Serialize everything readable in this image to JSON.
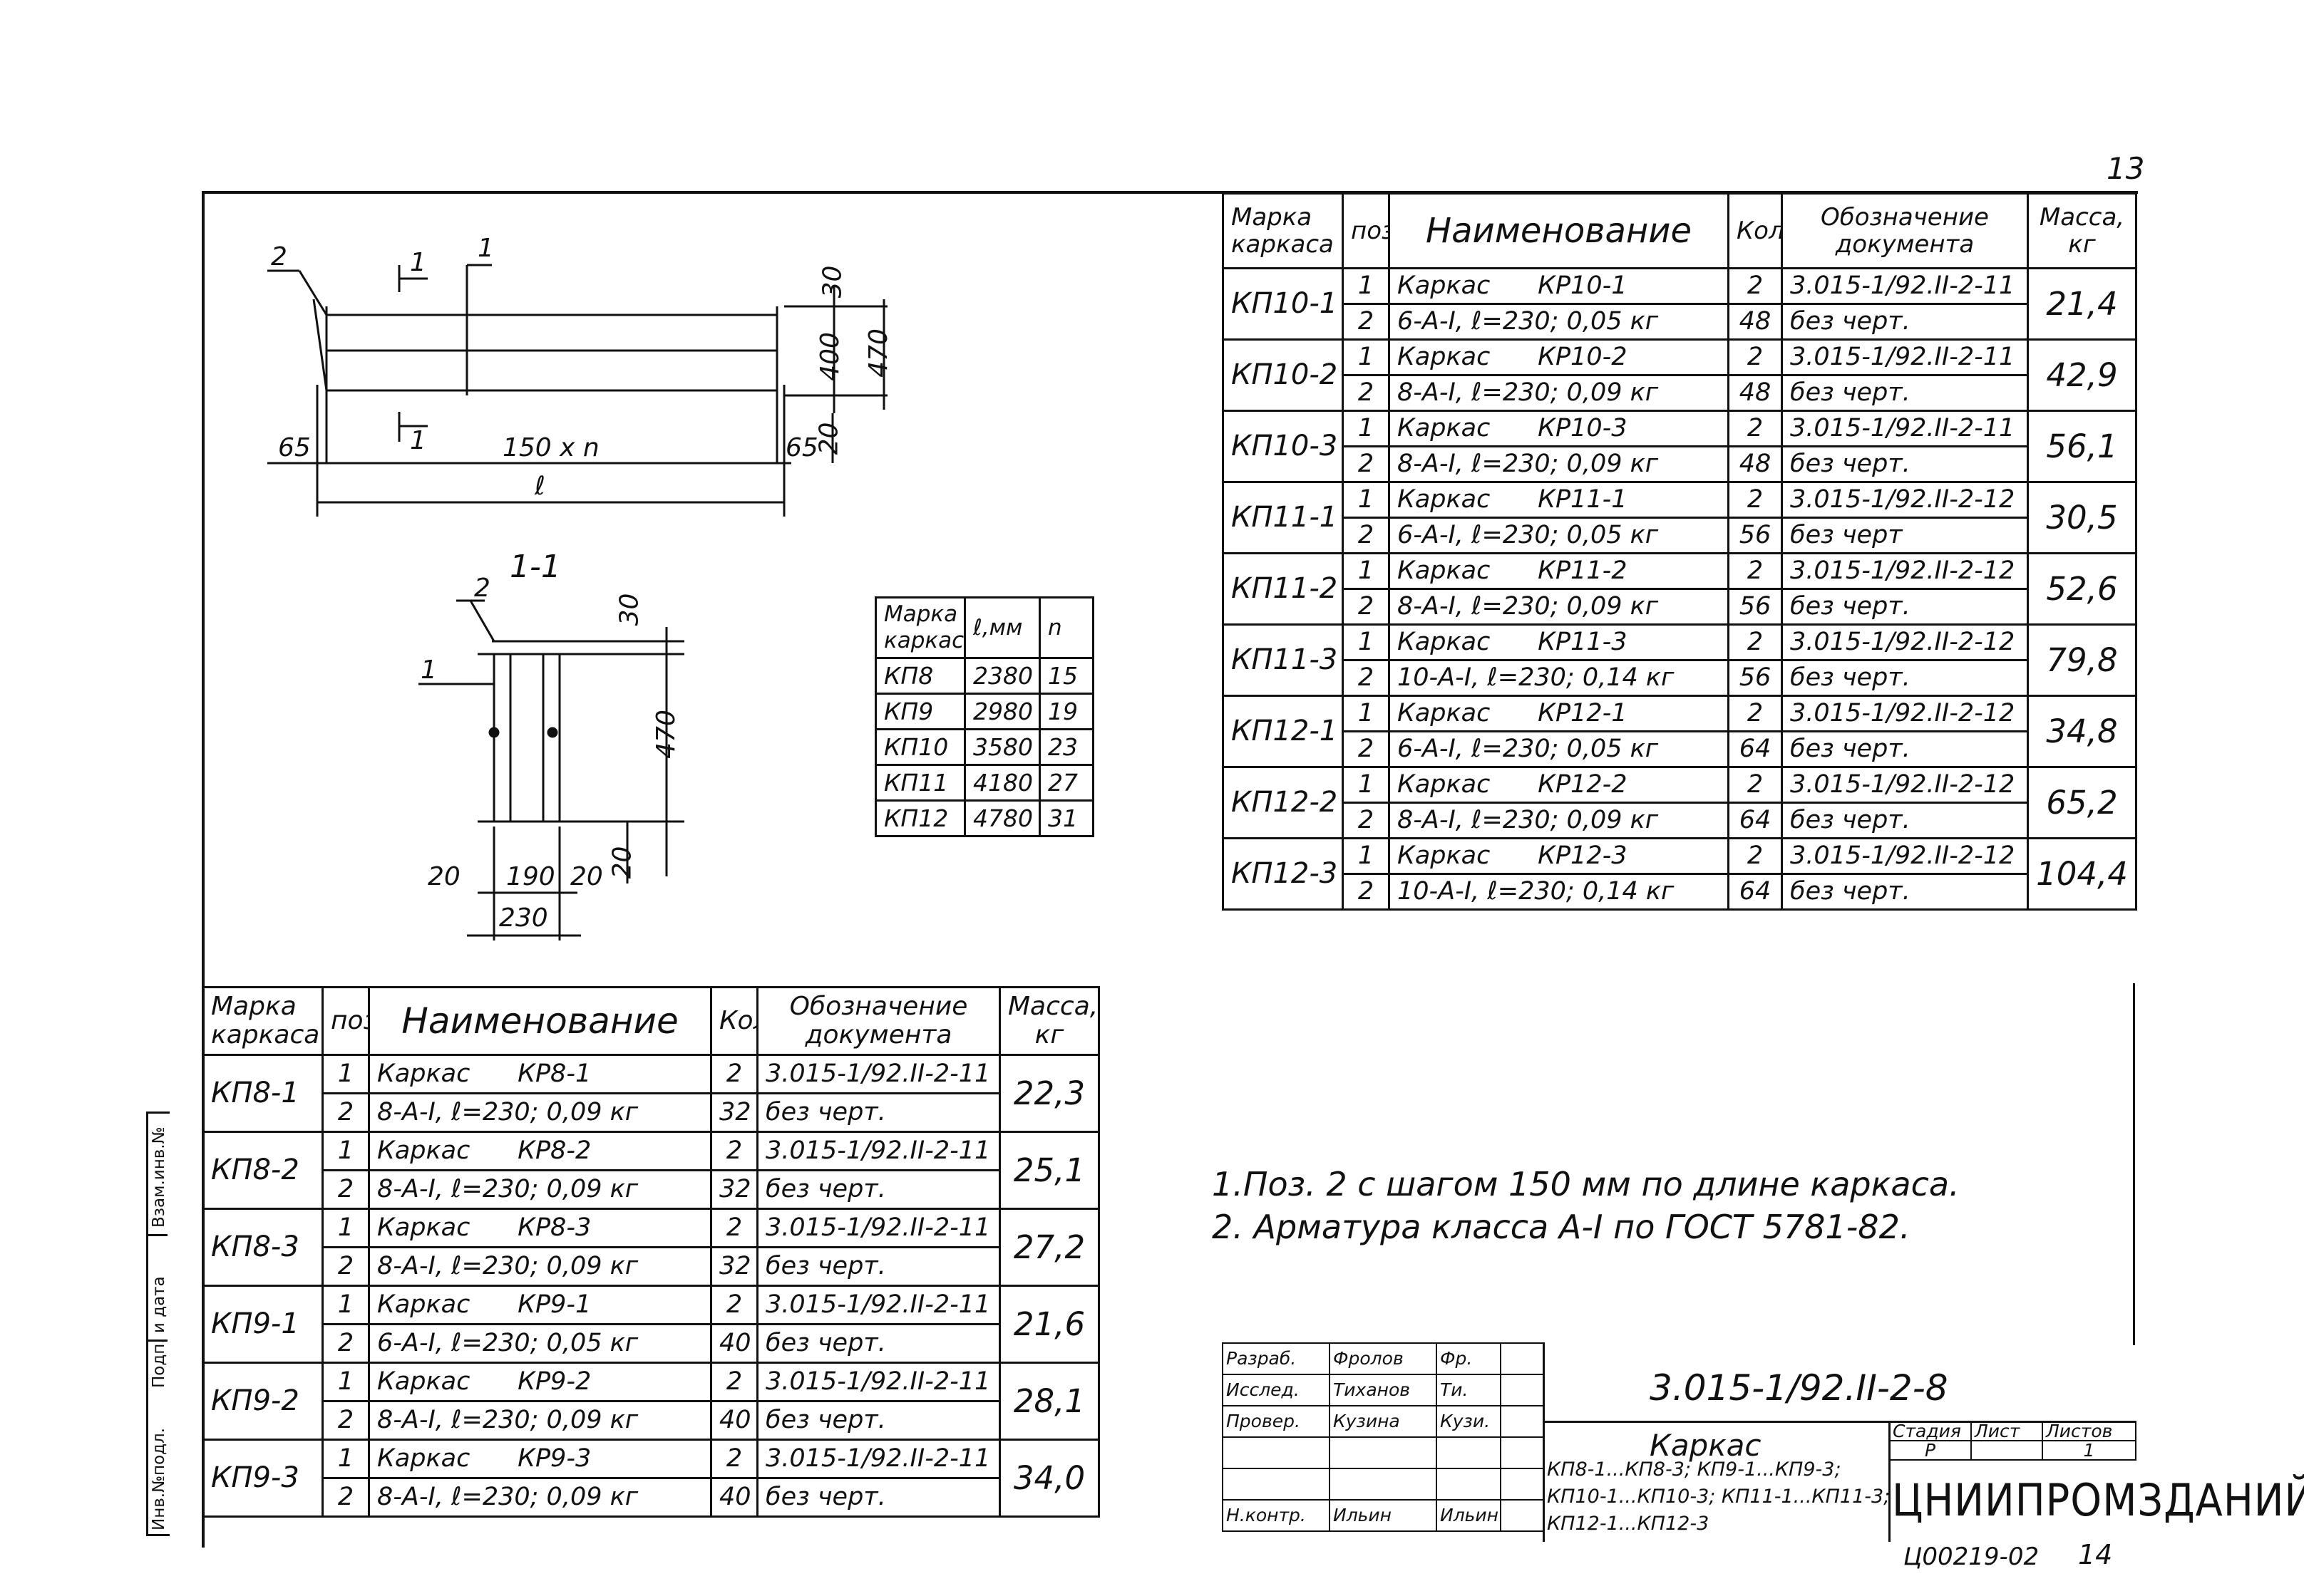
{
  "page_number": "13",
  "bottom_code": "Ц00219-02",
  "bottom_sheet": "14",
  "drawing": {
    "labels": {
      "pos2": "2",
      "cut_left": "1",
      "cut_right": "1",
      "cut_bottom": "1",
      "d30": "30",
      "d400": "400",
      "d470": "470",
      "d65_left": "65",
      "d65_right": "65",
      "d20": "20",
      "spacing": "150 x n",
      "length": "ℓ"
    },
    "section": {
      "title": "1-1",
      "pos2": "2",
      "pos1": "1",
      "d30": "30",
      "d470": "470",
      "d20_right": "20",
      "d20_left": "20",
      "d190": "190",
      "d20_mid": "20",
      "d230": "230"
    }
  },
  "kp_table": {
    "headers": [
      "Марка каркаса",
      "ℓ,мм",
      "n"
    ],
    "rows": [
      [
        "КП8",
        "2380",
        "15"
      ],
      [
        "КП9",
        "2980",
        "19"
      ],
      [
        "КП10",
        "3580",
        "23"
      ],
      [
        "КП11",
        "4180",
        "27"
      ],
      [
        "КП12",
        "4780",
        "31"
      ]
    ]
  },
  "spec_headers": {
    "mark": "Марка каркаса",
    "pos": "поз.",
    "name": "Наименование",
    "qty": "Кол.",
    "doc": "Обозначение документа",
    "mass": "Масса, кг"
  },
  "spec_left": [
    {
      "mark": "КП8-1",
      "mass": "22,3",
      "rows": [
        {
          "pos": "1",
          "name": "Каркас      КР8-1",
          "qty": "2",
          "doc": "3.015-1/92.II-2-11"
        },
        {
          "pos": "2",
          "name": "8-А-I, ℓ=230; 0,09 кг",
          "qty": "32",
          "doc": "без черт."
        }
      ]
    },
    {
      "mark": "КП8-2",
      "mass": "25,1",
      "rows": [
        {
          "pos": "1",
          "name": "Каркас      КР8-2",
          "qty": "2",
          "doc": "3.015-1/92.II-2-11"
        },
        {
          "pos": "2",
          "name": "8-А-I, ℓ=230; 0,09 кг",
          "qty": "32",
          "doc": "без черт."
        }
      ]
    },
    {
      "mark": "КП8-3",
      "mass": "27,2",
      "rows": [
        {
          "pos": "1",
          "name": "Каркас      КР8-3",
          "qty": "2",
          "doc": "3.015-1/92.II-2-11"
        },
        {
          "pos": "2",
          "name": "8-А-I, ℓ=230; 0,09 кг",
          "qty": "32",
          "doc": "без черт."
        }
      ]
    },
    {
      "mark": "КП9-1",
      "mass": "21,6",
      "rows": [
        {
          "pos": "1",
          "name": "Каркас      КР9-1",
          "qty": "2",
          "doc": "3.015-1/92.II-2-11"
        },
        {
          "pos": "2",
          "name": "6-А-I, ℓ=230; 0,05 кг",
          "qty": "40",
          "doc": "без черт."
        }
      ]
    },
    {
      "mark": "КП9-2",
      "mass": "28,1",
      "rows": [
        {
          "pos": "1",
          "name": "Каркас      КР9-2",
          "qty": "2",
          "doc": "3.015-1/92.II-2-11"
        },
        {
          "pos": "2",
          "name": "8-А-I, ℓ=230; 0,09 кг",
          "qty": "40",
          "doc": "без черт."
        }
      ]
    },
    {
      "mark": "КП9-3",
      "mass": "34,0",
      "rows": [
        {
          "pos": "1",
          "name": "Каркас      КР9-3",
          "qty": "2",
          "doc": "3.015-1/92.II-2-11"
        },
        {
          "pos": "2",
          "name": "8-А-I, ℓ=230; 0,09 кг",
          "qty": "40",
          "doc": "без черт."
        }
      ]
    }
  ],
  "spec_right": [
    {
      "mark": "КП10-1",
      "mass": "21,4",
      "rows": [
        {
          "pos": "1",
          "name": "Каркас      КР10-1",
          "qty": "2",
          "doc": "3.015-1/92.II-2-11"
        },
        {
          "pos": "2",
          "name": "6-А-I, ℓ=230; 0,05 кг",
          "qty": "48",
          "doc": "без черт."
        }
      ]
    },
    {
      "mark": "КП10-2",
      "mass": "42,9",
      "rows": [
        {
          "pos": "1",
          "name": "Каркас      КР10-2",
          "qty": "2",
          "doc": "3.015-1/92.II-2-11"
        },
        {
          "pos": "2",
          "name": "8-А-I, ℓ=230; 0,09 кг",
          "qty": "48",
          "doc": "без черт."
        }
      ]
    },
    {
      "mark": "КП10-3",
      "mass": "56,1",
      "rows": [
        {
          "pos": "1",
          "name": "Каркас      КР10-3",
          "qty": "2",
          "doc": "3.015-1/92.II-2-11"
        },
        {
          "pos": "2",
          "name": "8-А-I, ℓ=230; 0,09 кг",
          "qty": "48",
          "doc": "без черт."
        }
      ]
    },
    {
      "mark": "КП11-1",
      "mass": "30,5",
      "rows": [
        {
          "pos": "1",
          "name": "Каркас      КР11-1",
          "qty": "2",
          "doc": "3.015-1/92.II-2-12"
        },
        {
          "pos": "2",
          "name": "6-А-I, ℓ=230; 0,05 кг",
          "qty": "56",
          "doc": "без черт"
        }
      ]
    },
    {
      "mark": "КП11-2",
      "mass": "52,6",
      "rows": [
        {
          "pos": "1",
          "name": "Каркас      КР11-2",
          "qty": "2",
          "doc": "3.015-1/92.II-2-12"
        },
        {
          "pos": "2",
          "name": "8-А-I, ℓ=230; 0,09 кг",
          "qty": "56",
          "doc": "без черт."
        }
      ]
    },
    {
      "mark": "КП11-3",
      "mass": "79,8",
      "rows": [
        {
          "pos": "1",
          "name": "Каркас      КР11-3",
          "qty": "2",
          "doc": "3.015-1/92.II-2-12"
        },
        {
          "pos": "2",
          "name": "10-А-I, ℓ=230; 0,14 кг",
          "qty": "56",
          "doc": "без черт."
        }
      ]
    },
    {
      "mark": "КП12-1",
      "mass": "34,8",
      "rows": [
        {
          "pos": "1",
          "name": "Каркас      КР12-1",
          "qty": "2",
          "doc": "3.015-1/92.II-2-12"
        },
        {
          "pos": "2",
          "name": "6-А-I, ℓ=230; 0,05 кг",
          "qty": "64",
          "doc": "без черт."
        }
      ]
    },
    {
      "mark": "КП12-2",
      "mass": "65,2",
      "rows": [
        {
          "pos": "1",
          "name": "Каркас      КР12-2",
          "qty": "2",
          "doc": "3.015-1/92.II-2-12"
        },
        {
          "pos": "2",
          "name": "8-А-I, ℓ=230; 0,09 кг",
          "qty": "64",
          "doc": "без черт."
        }
      ]
    },
    {
      "mark": "КП12-3",
      "mass": "104,4",
      "rows": [
        {
          "pos": "1",
          "name": "Каркас      КР12-3",
          "qty": "2",
          "doc": "3.015-1/92.II-2-12"
        },
        {
          "pos": "2",
          "name": "10-А-I, ℓ=230; 0,14 кг",
          "qty": "64",
          "doc": "без черт."
        }
      ]
    }
  ],
  "notes": [
    "1.Поз. 2 с шагом 150 мм по длине каркаса.",
    "2. Арматура класса А-I по ГОСТ 5781-82."
  ],
  "title_block": {
    "roles": [
      {
        "role": "Разраб.",
        "name": "Фролов",
        "sign": "Фр."
      },
      {
        "role": "Исслед.",
        "name": "Тиханов",
        "sign": "Ти."
      },
      {
        "role": "Провер.",
        "name": "Кузина",
        "sign": "Кузи."
      },
      {
        "role": "",
        "name": "",
        "sign": ""
      },
      {
        "role": "",
        "name": "",
        "sign": ""
      },
      {
        "role": "Н.контр.",
        "name": "Ильин",
        "sign": "Ильин"
      }
    ],
    "doc_code": "3.015-1/92.II-2-8",
    "title": "Каркас",
    "subtitle_lines": [
      "КП8-1...КП8-3; КП9-1...КП9-3;",
      "КП10-1...КП10-3; КП11-1...КП11-3;",
      "КП12-1...КП12-3"
    ],
    "stage_label": "Стадия",
    "stage": "Р",
    "sheet_label": "Лист",
    "sheet": "",
    "sheets_label": "Листов",
    "sheets": "1",
    "org": "ЦНИИПРОМЗДАНИЙ"
  },
  "side_stamp": {
    "inv_podl": "Инв.№подл.",
    "podp_data": "Подп. и дата",
    "vzam": "Взам.инв.№"
  }
}
